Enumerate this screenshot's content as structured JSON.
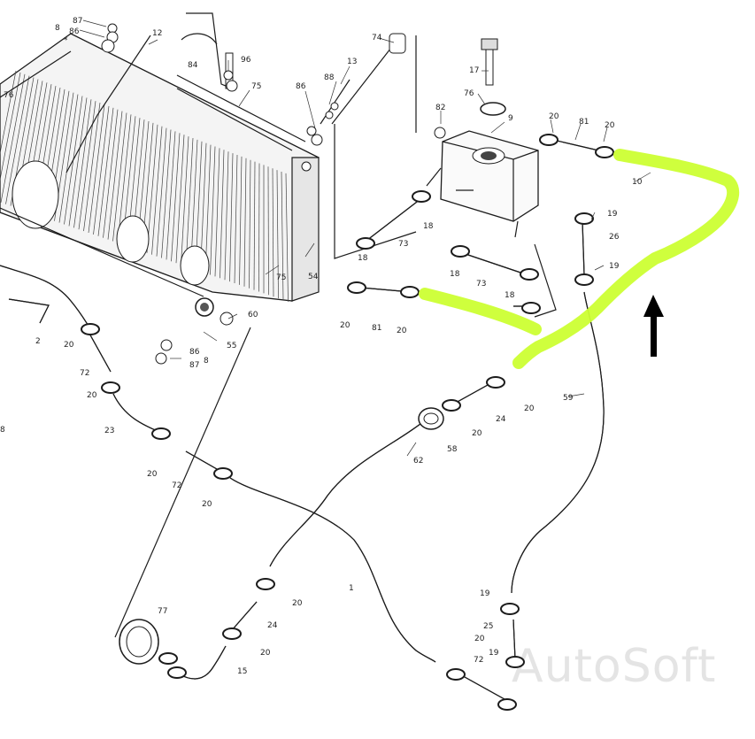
{
  "diagram": {
    "watermark": "AutoSoft",
    "highlight_color": "#ccff33",
    "labels": {
      "n87a": "87",
      "n86a": "86",
      "n8a": "8",
      "star": "*",
      "n12": "12",
      "n84": "84",
      "n96": "96",
      "n75a": "75",
      "n74": "74",
      "n13": "13",
      "n86b": "86",
      "n88": "88",
      "n17": "17",
      "n76a": "76",
      "n76b": "76",
      "n82": "82",
      "n9": "9",
      "n20a": "20",
      "n81a": "81",
      "n20b": "20",
      "n10": "10",
      "n19a": "19",
      "n26": "26",
      "n19b": "19",
      "n18a": "18",
      "n73a": "73",
      "n18b": "18",
      "n18c": "18",
      "n73b": "73",
      "n18d": "18",
      "n75b": "75",
      "n54": "54",
      "n20c": "20",
      "n81b": "81",
      "n20d": "20",
      "n60": "60",
      "n55": "55",
      "n86c": "86",
      "n87b": "87",
      "n8b": "8",
      "n2": "2",
      "n20e": "20",
      "n72a": "72",
      "n20f": "20",
      "n23": "23",
      "n8c": "8",
      "n20g": "20",
      "n72b": "72",
      "n20h": "20",
      "n62": "62",
      "n58": "58",
      "n20i": "20",
      "n24a": "24",
      "n20j": "20",
      "n59": "59",
      "n1": "1",
      "n20k": "20",
      "n24b": "24",
      "n20l": "20",
      "n77": "77",
      "n15": "15",
      "n19c": "19",
      "n25": "25",
      "n19d": "19",
      "n20m": "20",
      "n72c": "72"
    }
  }
}
